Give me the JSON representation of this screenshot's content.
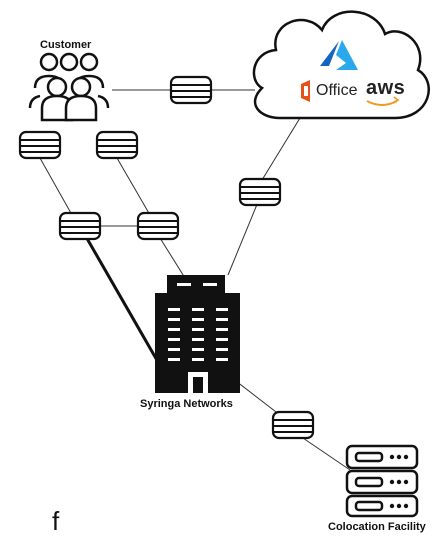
{
  "labels": {
    "customer": "Customer",
    "syringa": "Syringa Networks",
    "colocation": "Colocation Facility"
  },
  "cloud": {
    "office": "Office",
    "aws": "aws"
  },
  "stray_text": "f",
  "colors": {
    "azure": "#1e88e5",
    "office": "#e8501a",
    "aws_smile": "#f39a1e",
    "ink": "#111111"
  },
  "icons": [
    "customer-group-icon",
    "cloud-icon",
    "azure-logo-icon",
    "office-logo-icon",
    "aws-logo-icon",
    "router-icon",
    "building-icon",
    "server-stack-icon"
  ]
}
